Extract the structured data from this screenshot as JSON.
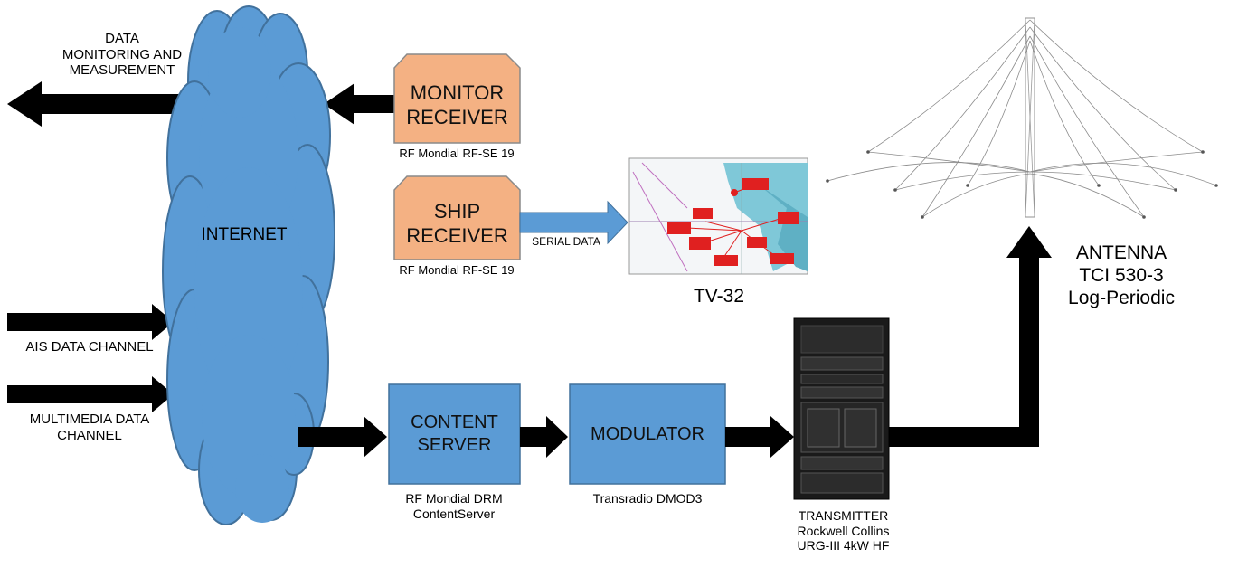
{
  "diagram": {
    "cloud_label": "INTERNET",
    "monitor_receiver": {
      "label": "MONITOR\nRECEIVER",
      "caption": "RF Mondial RF-SE 19"
    },
    "ship_receiver": {
      "label": "SHIP\nRECEIVER",
      "caption": "RF Mondial RF-SE 19"
    },
    "content_server": {
      "label": "CONTENT\nSERVER",
      "caption": "RF Mondial DRM\nContentServer"
    },
    "modulator": {
      "label": "MODULATOR",
      "caption": "Transradio DMOD3"
    },
    "transmitter_caption": "TRANSMITTER\nRockwell Collins\nURG-III 4kW HF",
    "antenna_caption": "ANTENNA\nTCI 530-3\nLog-Periodic",
    "map_caption": "TV-32",
    "serial_data_label": "SERIAL DATA",
    "data_out_label": "DATA\nMONITORING AND\nMEASUREMENT",
    "ais_label": "AIS DATA CHANNEL",
    "multimedia_label": "MULTIMEDIA DATA\nCHANNEL"
  },
  "colors": {
    "cloud_fill": "#5b9bd5",
    "cloud_stroke": "#41719c",
    "receiver_fill": "#f4b183",
    "receiver_stroke": "#8a8a8a",
    "box_fill": "#5b9bd5",
    "box_stroke": "#41719c",
    "arrow": "#000000",
    "serial_arrow": "#5b9bd5",
    "map_water": "#7fc8d8",
    "map_marker": "#e02020"
  }
}
